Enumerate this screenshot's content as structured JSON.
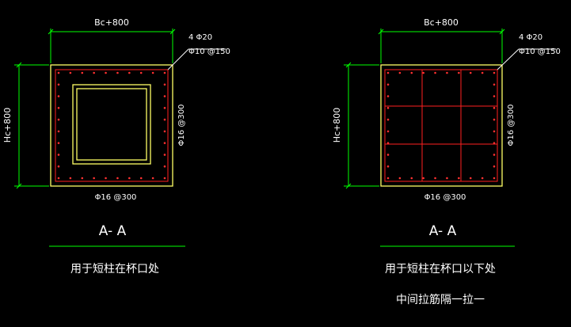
{
  "left_section": {
    "dim_top": "Bc+800",
    "dim_left": "Hc+800",
    "bar_main": "4 Φ20",
    "bar_stirrup": "Φ10 @150",
    "bar_right": "Φ16 @300",
    "bar_bottom": "Φ16 @300",
    "section_label": "A- A",
    "caption": "用于短柱在杯口处"
  },
  "right_section": {
    "dim_top": "Bc+800",
    "dim_left": "Hc+800",
    "bar_main": "4 Φ20",
    "bar_stirrup": "Φ10 @150",
    "bar_right": "Φ16 @300",
    "bar_bottom": "Φ16 @300",
    "section_label": "A- A",
    "caption_line1": "用于短柱在杯口以下处",
    "caption_line2": "中间拉筋隔一拉一"
  },
  "colors": {
    "background": "#000000",
    "dimension": "#00ff00",
    "outline": "#ffff66",
    "rebar": "#ff2020",
    "text": "#ffffff"
  }
}
